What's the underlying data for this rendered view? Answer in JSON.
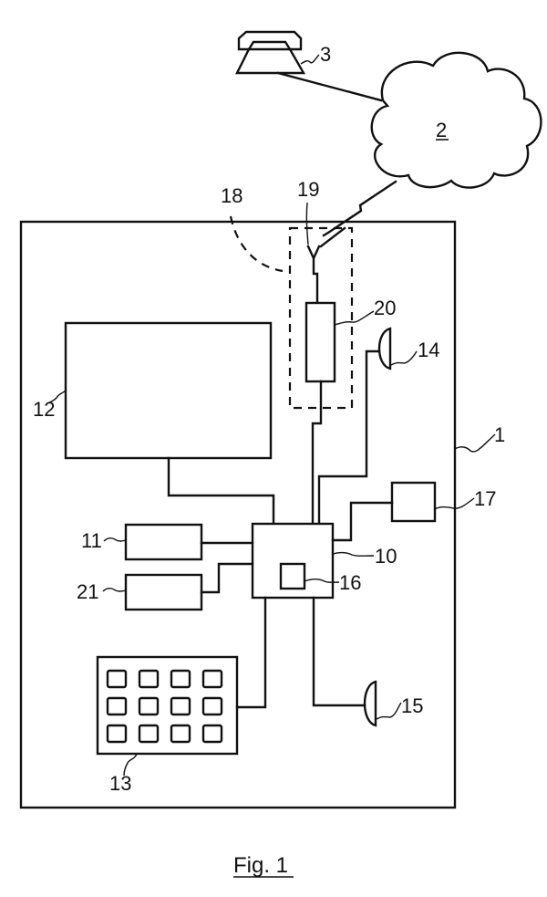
{
  "figure": {
    "caption": "Fig. 1",
    "description": "Block diagram of a terminal device connected via wireless link to a network and telephone"
  },
  "components": [
    {
      "ref": "1",
      "name": "device-housing"
    },
    {
      "ref": "2",
      "name": "network-cloud"
    },
    {
      "ref": "3",
      "name": "telephone"
    },
    {
      "ref": "10",
      "name": "central-processing-unit"
    },
    {
      "ref": "11",
      "name": "module-11"
    },
    {
      "ref": "12",
      "name": "display"
    },
    {
      "ref": "13",
      "name": "keypad"
    },
    {
      "ref": "14",
      "name": "speaker-14"
    },
    {
      "ref": "15",
      "name": "microphone-15"
    },
    {
      "ref": "16",
      "name": "sub-unit-16"
    },
    {
      "ref": "17",
      "name": "module-17"
    },
    {
      "ref": "18",
      "name": "removable-module-boundary"
    },
    {
      "ref": "19",
      "name": "antenna"
    },
    {
      "ref": "20",
      "name": "transceiver"
    },
    {
      "ref": "21",
      "name": "module-21"
    }
  ],
  "labels": {
    "l1": "1",
    "l2": "2",
    "l3": "3",
    "l10": "10",
    "l11": "11",
    "l12": "12",
    "l13": "13",
    "l14": "14",
    "l15": "15",
    "l16": "16",
    "l17": "17",
    "l18": "18",
    "l19": "19",
    "l20": "20",
    "l21": "21"
  },
  "keypad": {
    "rows": 3,
    "cols": 4
  }
}
